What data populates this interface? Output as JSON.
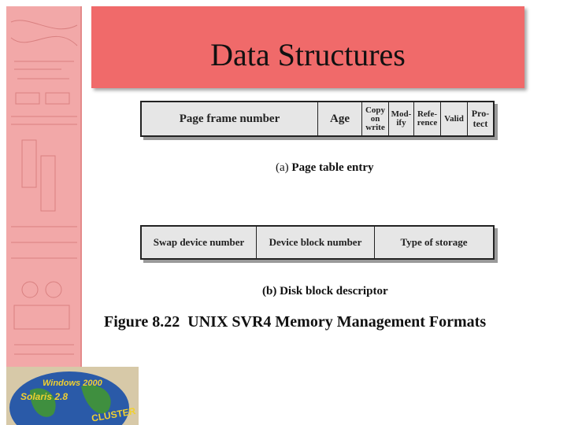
{
  "slide": {
    "title": "Data Structures"
  },
  "page_table_entry": {
    "fields": {
      "page_frame": "Page frame number",
      "age": "Age",
      "copy_on_write": [
        "Copy",
        "on",
        "write"
      ],
      "modify": [
        "Mod-",
        "ify"
      ],
      "reference": [
        "Refe-",
        "rence"
      ],
      "valid": "Valid",
      "protect": [
        "Pro-",
        "tect"
      ]
    },
    "caption_label": "(a)",
    "caption_text": "Page table entry"
  },
  "disk_block_descriptor": {
    "fields": {
      "swap_device": "Swap device number",
      "device_block": "Device block number",
      "storage_type": "Type of storage"
    },
    "caption_label": "(b)",
    "caption_text": "Disk block descriptor"
  },
  "figure": {
    "number": "Figure 8.22",
    "title": "UNIX SVR4 Memory Management Formats"
  },
  "logo": {
    "text_top": "Windows 2000",
    "text_mid": "Solaris 2.8",
    "text_bottom": "CLUSTER"
  },
  "colors": {
    "title_bg": "#f06a6a",
    "sidebar_bg": "#f2a8a8",
    "field_bg": "#e6e6e6"
  }
}
